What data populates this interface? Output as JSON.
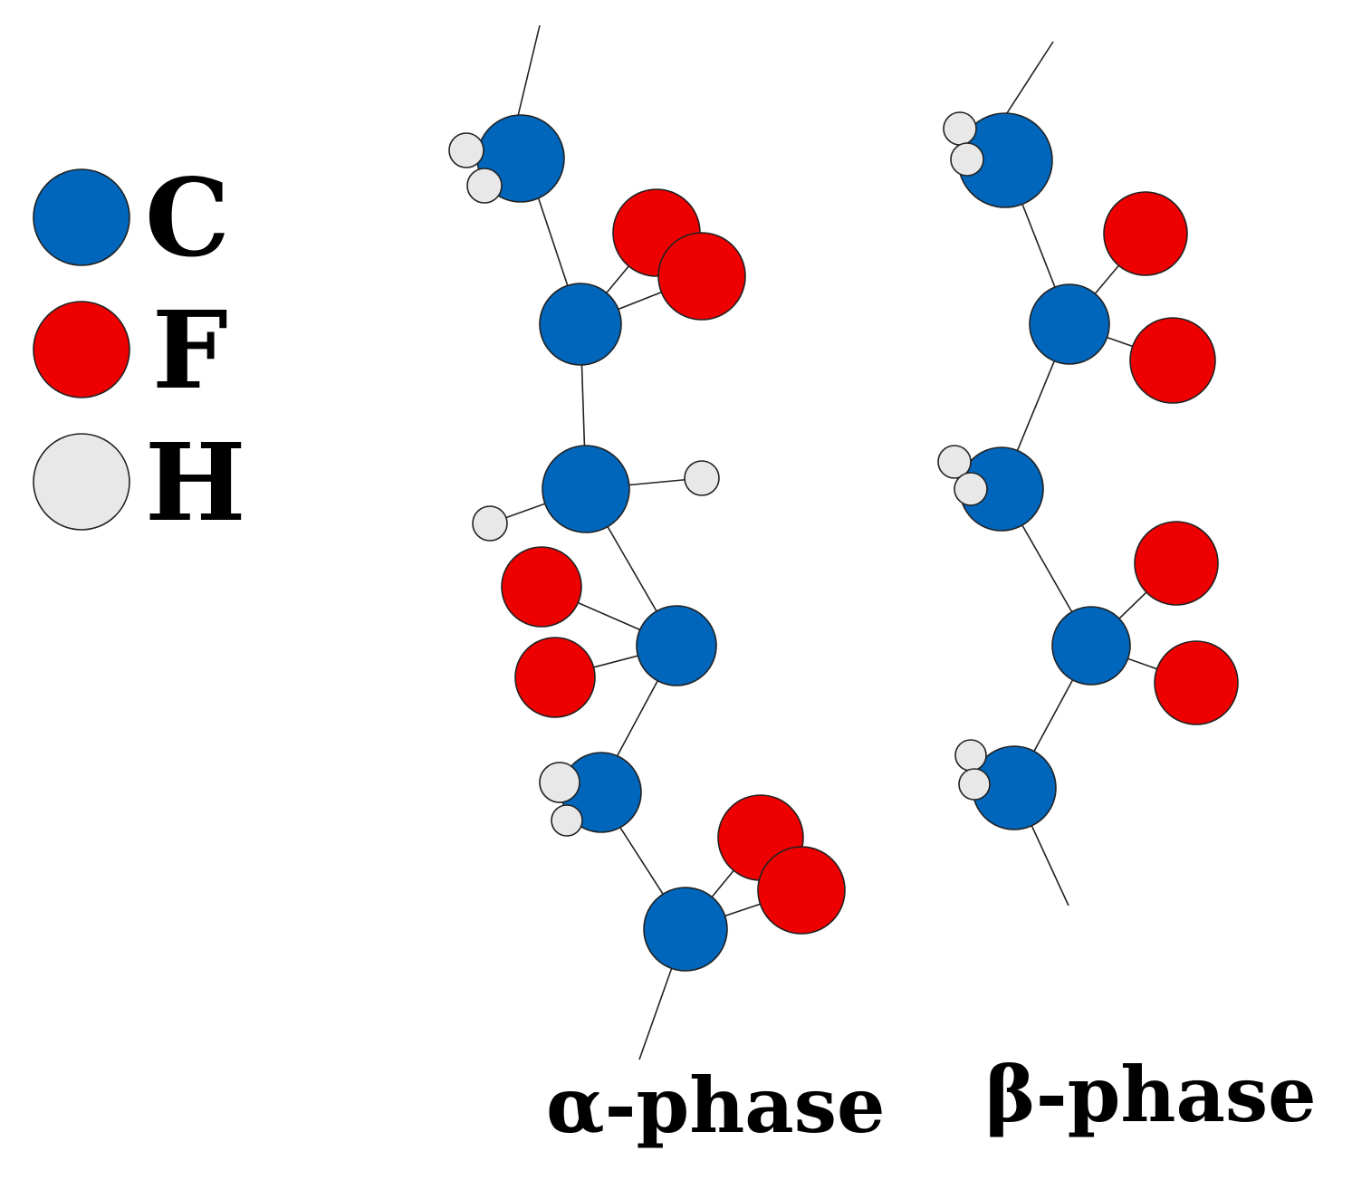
{
  "colors": {
    "carbon": "#0066bb",
    "fluorine": "#ee0000",
    "hydrogen": "#e8e8e8",
    "bond": "#222222"
  },
  "legend": [
    {
      "symbol": "C",
      "atom": "carbon"
    },
    {
      "symbol": "F",
      "atom": "fluorine"
    },
    {
      "symbol": "H",
      "atom": "hydrogen"
    }
  ],
  "phases": [
    {
      "label": "α-phase",
      "structure": "alpha-chain"
    },
    {
      "label": "β-phase",
      "structure": "beta-chain"
    }
  ]
}
